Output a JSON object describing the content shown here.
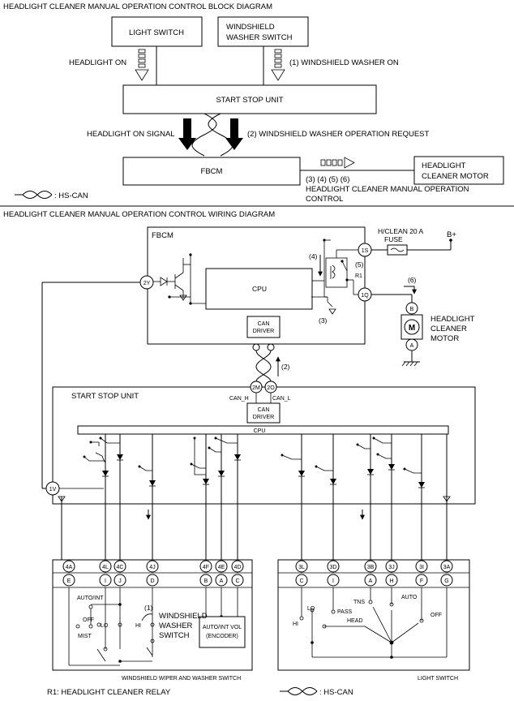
{
  "block": {
    "title": "HEADLIGHT CLEANER MANUAL OPERATION CONTROL BLOCK DIAGRAM",
    "light_switch": "LIGHT SWITCH",
    "washer_switch": [
      "WINDSHIELD",
      "WASHER SWITCH"
    ],
    "headlight_on": "HEADLIGHT ON",
    "washer_on": "(1) WINDSHIELD WASHER ON",
    "start_stop_unit": "START STOP UNIT",
    "headlight_on_signal": "HEADLIGHT ON SIGNAL",
    "washer_request": "(2) WINDSHIELD WASHER OPERATION REQUEST",
    "fbcm": "FBCM",
    "motor": [
      "HEADLIGHT",
      "CLEANER MOTOR"
    ],
    "steps": "(3) (4) (5) (6)",
    "control": [
      "HEADLIGHT CLEANER MANUAL OPERATION",
      "CONTROL"
    ],
    "hs_can": ": HS-CAN"
  },
  "wiring": {
    "title": "HEADLIGHT CLEANER MANUAL OPERATION CONTROL WIRING DIAGRAM",
    "fbcm": "FBCM",
    "fuse": [
      "H/CLEAN 20 A",
      "FUSE"
    ],
    "bplus": "B+",
    "cpu": "CPU",
    "can_driver": [
      "CAN",
      "DRIVER"
    ],
    "relay": "R1",
    "motor_label": [
      "HEADLIGHT",
      "CLEANER",
      "MOTOR"
    ],
    "motor_symbol": "M",
    "step_labels": [
      "(1)",
      "(2)",
      "(3)",
      "(4)",
      "(5)",
      "(6)"
    ],
    "fbcm_terminals": [
      "1S",
      "1Q",
      "2Y",
      "2M",
      "2O"
    ],
    "motor_terminals": [
      "B",
      "A"
    ],
    "can_h": "CAN_H",
    "can_l": "CAN_L",
    "start_stop_unit": "START STOP UNIT",
    "ssu_terminal": "1V",
    "wiper_terminals": [
      "4A",
      "4L",
      "4C",
      "4J",
      "4F",
      "4E",
      "4D"
    ],
    "wiper_pins": [
      "E",
      "I",
      "J",
      "D",
      "B",
      "A",
      "C"
    ],
    "light_terminals": [
      "3L",
      "3D",
      "3B",
      "3J",
      "3I",
      "3A"
    ],
    "light_pins": [
      "C",
      "I",
      "A",
      "H",
      "F",
      "G"
    ],
    "wiper_positions": [
      "AUTO/INT",
      "OFF",
      "LO",
      "HI",
      "MIST"
    ],
    "washer_switch_label": [
      "WINDSHIELD",
      "WASHER",
      "SWITCH"
    ],
    "encoder": [
      "AUTO/INT VOL",
      "(ENCODER)"
    ],
    "light_positions": [
      "LO",
      "PASS",
      "TNS",
      "AUTO",
      "HI",
      "HEAD",
      "OFF"
    ],
    "wiper_switch_caption": "WINDSHIELD WIPER AND WASHER SWITCH",
    "light_switch_caption": "LIGHT SWITCH",
    "footer_relay": "R1: HEADLIGHT CLEANER RELAY",
    "footer_hs_can": ": HS-CAN"
  }
}
